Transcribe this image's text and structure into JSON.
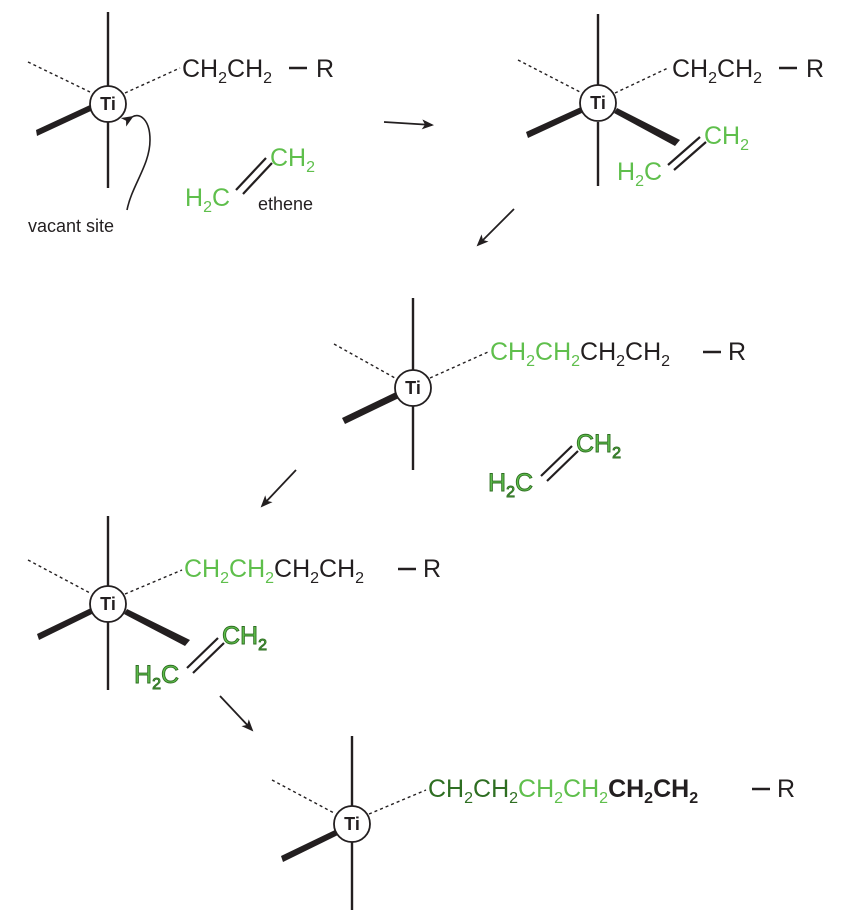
{
  "colors": {
    "black": "#231f20",
    "green": "#5fbf4c",
    "darkgreen": "#2e6e22"
  },
  "labels": {
    "ti": "Ti",
    "vacant_site": "vacant site",
    "ethene": "ethene",
    "r": "R"
  },
  "formula": {
    "ch2ch2": [
      {
        "t": "CH"
      },
      {
        "t": "2",
        "sub": true
      },
      {
        "t": "CH"
      },
      {
        "t": "2",
        "sub": true
      }
    ],
    "ch2": [
      {
        "t": "CH"
      },
      {
        "t": "2",
        "sub": true
      }
    ],
    "h2c": [
      {
        "t": "H"
      },
      {
        "t": "2",
        "sub": true
      },
      {
        "t": "C"
      }
    ],
    "chain_stage3": [
      {
        "t": "CH",
        "c": "green"
      },
      {
        "t": "2",
        "sub": true,
        "c": "green"
      },
      {
        "t": "CH",
        "c": "green"
      },
      {
        "t": "2",
        "sub": true,
        "c": "green"
      },
      {
        "t": "CH"
      },
      {
        "t": "2",
        "sub": true
      },
      {
        "t": "CH"
      },
      {
        "t": "2",
        "sub": true
      }
    ],
    "chain_final": [
      {
        "t": "CH",
        "c": "darkgreen"
      },
      {
        "t": "2",
        "sub": true,
        "c": "darkgreen"
      },
      {
        "t": "CH",
        "c": "darkgreen"
      },
      {
        "t": "2",
        "sub": true,
        "c": "darkgreen"
      },
      {
        "t": "CH",
        "c": "green"
      },
      {
        "t": "2",
        "sub": true,
        "c": "green"
      },
      {
        "t": "CH",
        "c": "green"
      },
      {
        "t": "2",
        "sub": true,
        "c": "green"
      },
      {
        "t": "CH",
        "bold": true
      },
      {
        "t": "2",
        "sub": true,
        "bold": true
      },
      {
        "t": "CH",
        "bold": true
      },
      {
        "t": "2",
        "sub": true,
        "bold": true
      }
    ]
  }
}
